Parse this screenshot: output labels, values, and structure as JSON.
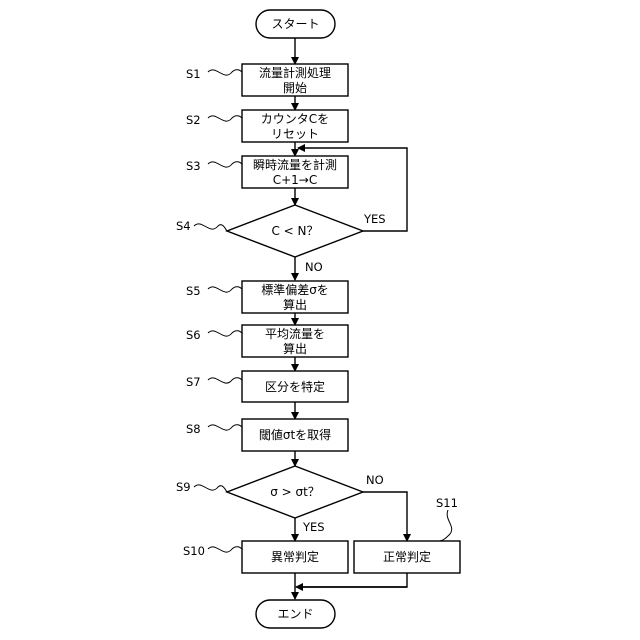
{
  "start": "スタート",
  "end": "エンド",
  "steps": {
    "s1": {
      "label": "S1",
      "line1": "流量計測処理",
      "line2": "開始"
    },
    "s2": {
      "label": "S2",
      "line1": "カウンタCを",
      "line2": "リセット"
    },
    "s3": {
      "label": "S3",
      "line1": "瞬時流量を計測",
      "line2": "C+1→C"
    },
    "s4": {
      "label": "S4",
      "text": "C < N？"
    },
    "s5": {
      "label": "S5",
      "line1": "標準偏差σを",
      "line2": "算出"
    },
    "s6": {
      "label": "S6",
      "line1": "平均流量を",
      "line2": "算出"
    },
    "s7": {
      "label": "S7",
      "text": "区分を特定"
    },
    "s8": {
      "label": "S8",
      "text": "閾値σtを取得"
    },
    "s9": {
      "label": "S9",
      "text": "σ > σt？"
    },
    "s10": {
      "label": "S10",
      "text": "異常判定"
    },
    "s11": {
      "label": "S11",
      "text": "正常判定"
    }
  },
  "branches": {
    "yes": "YES",
    "no": "NO"
  }
}
